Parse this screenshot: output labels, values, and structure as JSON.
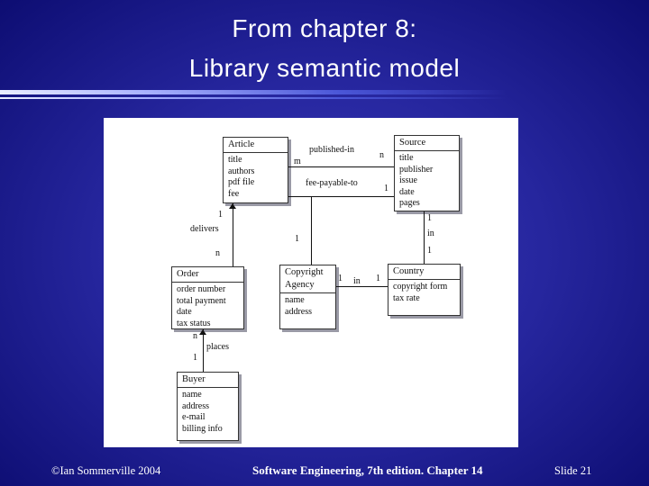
{
  "slide": {
    "title_line1": "From chapter 8:",
    "title_line2": "Library semantic model"
  },
  "footer": {
    "left": "©Ian Sommerville 2004",
    "center": "Software Engineering, 7th edition. Chapter 14",
    "right": "Slide 21"
  },
  "diagram": {
    "entities": [
      {
        "name": "Article",
        "attributes": [
          "title",
          "authors",
          "pdf file",
          "fee"
        ]
      },
      {
        "name": "Source",
        "attributes": [
          "title",
          "publisher",
          "issue",
          "date",
          "pages"
        ]
      },
      {
        "name": "Order",
        "attributes": [
          "order number",
          "total payment",
          "date",
          "tax status"
        ]
      },
      {
        "name": "Copyright Agency",
        "attributes": [
          "name",
          "address"
        ]
      },
      {
        "name": "Country",
        "attributes": [
          "copyright form",
          "tax rate"
        ]
      },
      {
        "name": "Buyer",
        "attributes": [
          "name",
          "address",
          "e-mail",
          "billing info"
        ]
      }
    ],
    "relations": {
      "published_in": {
        "label": "published-in",
        "card_article": "m",
        "card_source": "n"
      },
      "fee_payable_to": {
        "label": "fee-payable-to",
        "card_right": "1",
        "card_agency": "1"
      },
      "delivers": {
        "label": "delivers",
        "card_article": "1",
        "card_order": "n"
      },
      "source_in_country": {
        "label": "in",
        "card_source": "1",
        "card_country": "1"
      },
      "agency_in_country": {
        "label": "in",
        "card_agency": "1",
        "card_country": "1"
      },
      "places": {
        "label": "places",
        "card_order": "n",
        "card_buyer": "1"
      }
    }
  },
  "colors": {
    "background_center": "#3838b8",
    "background_edge": "#0d0d72",
    "title_text": "#ffffff",
    "divider_light": "#e9edff",
    "canvas": "#ffffff",
    "entity_shadow": "#9a9aa6"
  }
}
